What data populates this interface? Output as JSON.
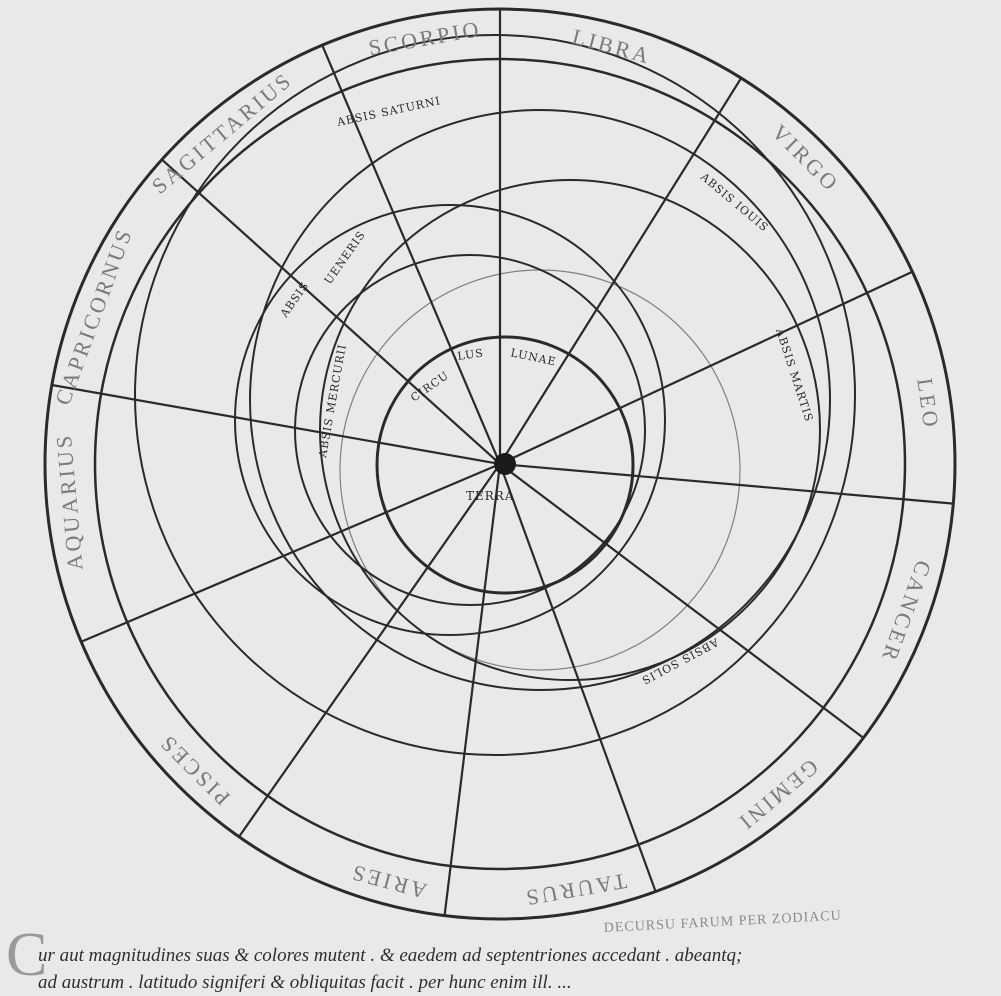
{
  "diagram": {
    "zodiac": [
      {
        "name": "LIBRA",
        "angle": 285
      },
      {
        "name": "VIRGO",
        "angle": 315
      },
      {
        "name": "LEO",
        "angle": 352
      },
      {
        "name": "CANCER",
        "angle": 20
      },
      {
        "name": "GEMINI",
        "angle": 50
      },
      {
        "name": "TAURUS",
        "angle": 80
      },
      {
        "name": "ARIES",
        "angle": 105
      },
      {
        "name": "PISCES",
        "angle": 135
      },
      {
        "name": "AQUARIUS",
        "angle": 175
      },
      {
        "name": "CAPRICORNUS",
        "angle": 200
      },
      {
        "name": "SAGITTARIUS",
        "angle": 230
      },
      {
        "name": "SCORPIO",
        "angle": 260
      }
    ],
    "labels": {
      "saturni": "ABSIS SATURNI",
      "iouis": "ABSIS IOUIS",
      "veneris_a": "ABSIS",
      "veneris_b": "UENERIS",
      "martis": "ABSIS MARTIS",
      "mercurii": "ABSIS MERCURII",
      "solis": "ABSIS SOLIS",
      "circ1": "CIRCU",
      "circ2": "LUS",
      "circ3": "LUNAE",
      "terra": "TERRA"
    },
    "caption": "DECURSU FARUM PER ZODIACU"
  },
  "text": {
    "initial": "C",
    "line1": "ur aut magnitudines suas & colores mutent . & eaedem ad septentriones accedant . abeantq;",
    "line2": "ad austrum . latitudo signiferi & obliquitas facit . per hunc enim ill. ..."
  }
}
